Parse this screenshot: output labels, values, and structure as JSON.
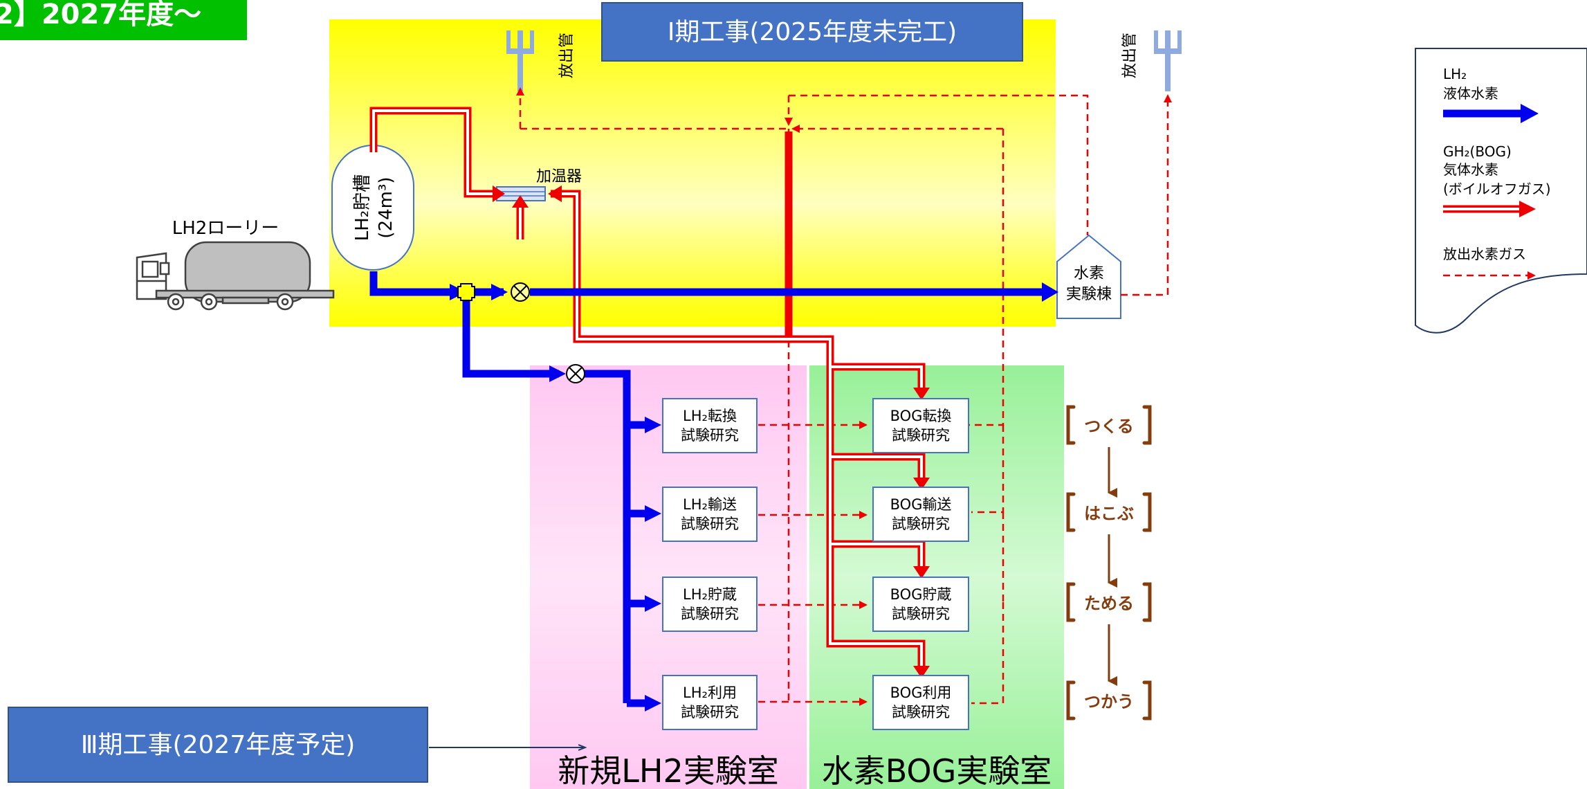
{
  "header": {
    "title_fragment": "2】2027年度～"
  },
  "phase1": {
    "label": "Ⅰ期工事(2025年度未完工)"
  },
  "phase3": {
    "label": "Ⅲ期工事(2027年度予定)"
  },
  "vents": {
    "left_label": "放出管",
    "right_label": "放出管"
  },
  "equipment": {
    "truck_label": "LH2ローリー",
    "tank_line1": "LH₂貯槽",
    "tank_line2": "(24m³)",
    "warmer_label": "加温器",
    "hydrogen_building_line1": "水素",
    "hydrogen_building_line2": "実験棟"
  },
  "rooms": {
    "lh2_room_label": "新規LH2実験室",
    "bog_room_label": "水素BOG実験室"
  },
  "lh2_boxes": [
    {
      "line1": "LH₂転換",
      "line2": "試験研究"
    },
    {
      "line1": "LH₂輸送",
      "line2": "試験研究"
    },
    {
      "line1": "LH₂貯蔵",
      "line2": "試験研究"
    },
    {
      "line1": "LH₂利用",
      "line2": "試験研究"
    }
  ],
  "bog_boxes": [
    {
      "line1": "BOG転換",
      "line2": "試験研究"
    },
    {
      "line1": "BOG輸送",
      "line2": "試験研究"
    },
    {
      "line1": "BOG貯蔵",
      "line2": "試験研究"
    },
    {
      "line1": "BOG利用",
      "line2": "試験研究"
    }
  ],
  "stages": [
    "つくる",
    "はこぶ",
    "ためる",
    "つかう"
  ],
  "legend": {
    "lh2_line1": "LH₂",
    "lh2_line2": "液体水素",
    "gh2_line1": "GH₂(BOG)",
    "gh2_line2": "気体水素",
    "gh2_line3": "(ボイルオフガス)",
    "vent_gas": "放出水素ガス"
  },
  "colors": {
    "yellow_zone": "#ffff00",
    "pink_zone": "#ffd0f0",
    "green_zone": "#a8f5a8",
    "lh2_blue": "#0000ee",
    "gh2_red": "#ee0000",
    "box_blue": "#4472c4",
    "brown": "#843c0c",
    "header_green": "#00c000",
    "vent_blue": "#8faadc"
  }
}
